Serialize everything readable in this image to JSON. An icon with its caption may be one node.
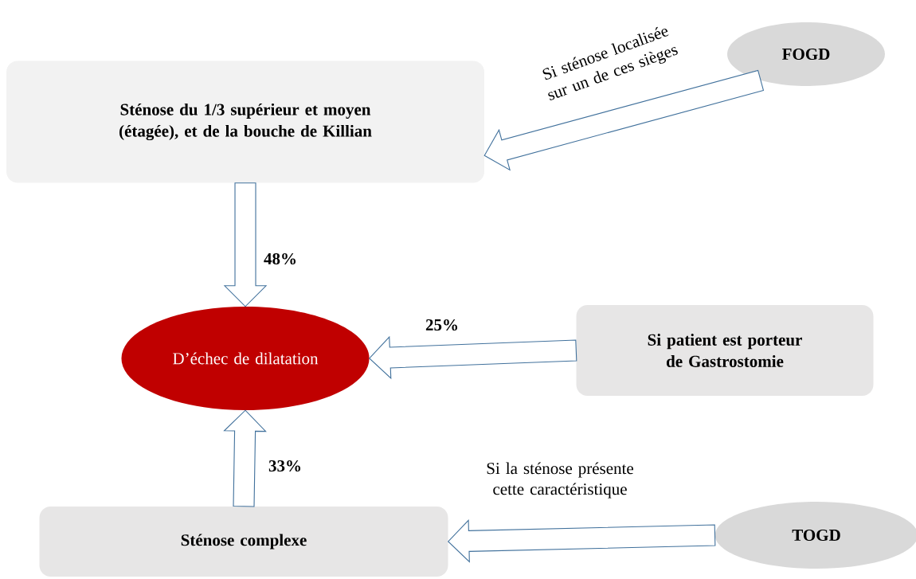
{
  "diagram": {
    "nodes": [
      {
        "text": [
          "Sténose du 1/3 supérieur et moyen (étagée), et de la bouche de Killian"
        ]
      },
      {
        "text": [
          "FOGD"
        ]
      },
      {
        "text": [
          "D’échec de dilatation"
        ]
      },
      {
        "text": [
          "Si patient est porteur de Gastrostomie"
        ]
      },
      {
        "text": [
          "Sténose complexe"
        ]
      },
      {
        "text": [
          "TOGD"
        ]
      }
    ],
    "edges": [
      {
        "from": 1,
        "to": 0,
        "arrow": "to",
        "label": "Si sténose localisée sur un de ces sièges"
      },
      {
        "from": 0,
        "to": 2,
        "arrow": "to",
        "label": "48%"
      },
      {
        "from": 3,
        "to": 2,
        "arrow": "to",
        "label": "25%"
      },
      {
        "from": 4,
        "to": 2,
        "arrow": "to",
        "label": "33%"
      },
      {
        "from": 5,
        "to": 4,
        "arrow": "to",
        "label": "Si la sténose présente cette caractéristique"
      }
    ]
  }
}
